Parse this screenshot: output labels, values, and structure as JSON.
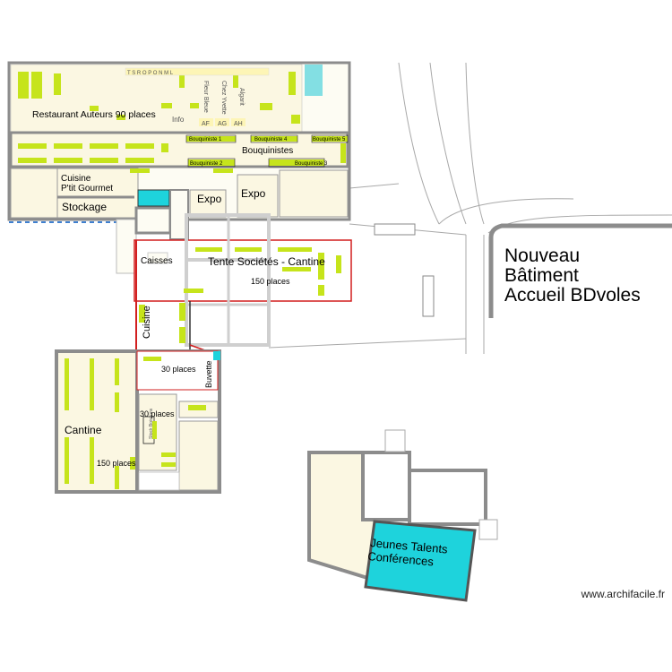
{
  "labels": {
    "restaurant": "Restaurant Auteurs 90 places",
    "bouquinistes": "Bouquinistes",
    "bouq1": "Bouquiniste 1",
    "bouq2": "Bouquiniste 2",
    "bouq3": "Bouquiniste 3",
    "bouq4": "Bouquiniste 4",
    "bouq5": "Bouquiniste 5",
    "cuisine_top": "Cuisine",
    "ptit_gourmet": "P'tit Gourmet",
    "stockage": "Stockage",
    "expo1": "Expo",
    "expo2": "Expo",
    "caisses": "Caisses",
    "tente": "Tente Sociétés - Cantine",
    "tente_places": "150 places",
    "cuisine_v": "Cuisine",
    "places30_a": "30 places",
    "buvette": "Buvette",
    "places30_b": "30 places",
    "cantine": "Cantine",
    "cantine_places": "150 places",
    "nouveau1": "Nouveau",
    "nouveau2": "Bâtiment",
    "nouveau3": "Accueil BDvoles",
    "jeunes": "Jeunes Talents",
    "conferences": "Conférences",
    "info": "Info",
    "fleur": "Fleur Bleue",
    "chez": "Chez Yvette",
    "algaril": "Algarit",
    "stock_v": "Stock Boissons",
    "col_letters": "T   S   R   O   P   O   N   M   L",
    "af": "AF",
    "ag": "AG",
    "ah": "AH",
    "watermark": "www.archifacile.fr"
  },
  "colors": {
    "wall": "#8c8c8c",
    "room": "#fbf7e2",
    "table": "#c6e41b",
    "cyan": "#1ed3dc",
    "red": "#d21f1f",
    "blue_dash": "#3f7fcf"
  }
}
